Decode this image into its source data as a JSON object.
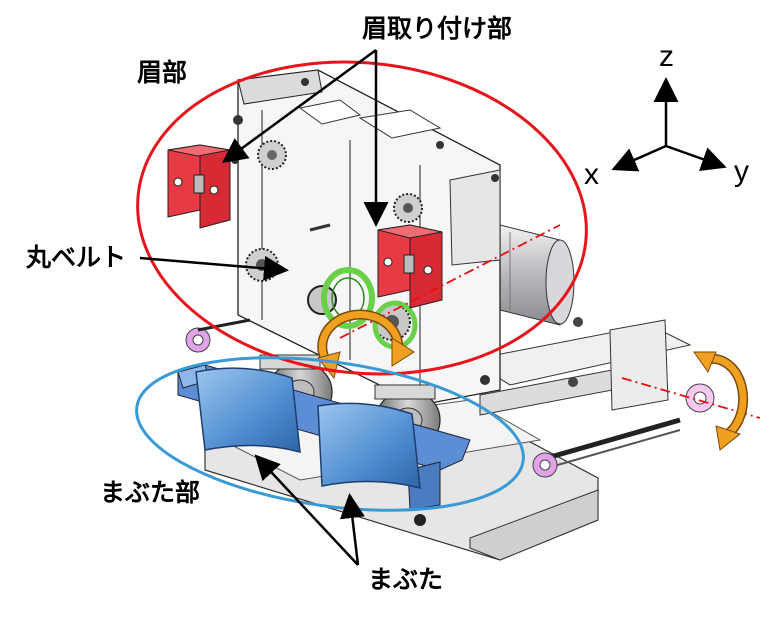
{
  "labels": {
    "brow_mount": "眉取り付け部",
    "brow": "眉部",
    "round_belt": "丸ベルト",
    "eyelid_section": "まぶた部",
    "eyelid": "まぶた"
  },
  "axes": {
    "z": "z",
    "x": "x",
    "y": "y"
  },
  "colors": {
    "brow_ellipse": "#e8141b",
    "eyelid_ellipse": "#3a9ad6",
    "brow_block": "#e83a44",
    "eyelid_plate": "#3f7fc8",
    "rotation_arrow": "#f0a020",
    "axis_line": "#e81010",
    "belt": "#6ad04a",
    "frame": "#e8e8e8",
    "motor": "#c8c8cc"
  }
}
